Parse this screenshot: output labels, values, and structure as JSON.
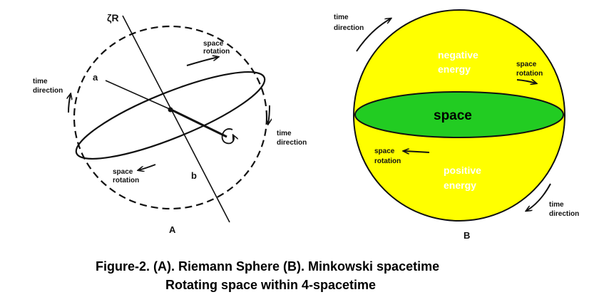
{
  "colors": {
    "sphere_fill": "#ffff00",
    "disk_fill": "#22cc22",
    "ink": "#111111",
    "energy_text": "#ffffff"
  },
  "panel_a": {
    "axis_label": "ζR",
    "point_a": "a",
    "point_b": "b",
    "space_rotation_top": [
      "space",
      "rotation"
    ],
    "space_rotation_bottom": [
      "space",
      "rotation"
    ],
    "time_direction_left": [
      "time",
      "direction"
    ],
    "time_direction_right": [
      "time",
      "direction"
    ],
    "panel_letter": "A"
  },
  "panel_b": {
    "time_direction_top": [
      "time",
      "direction"
    ],
    "time_direction_bottom": [
      "time",
      "direction"
    ],
    "negative_energy": [
      "negative",
      "energy"
    ],
    "positive_energy": [
      "positive",
      "energy"
    ],
    "space_rotation_right": [
      "space",
      "rotation"
    ],
    "space_rotation_left": [
      "space",
      "rotation"
    ],
    "space_label": "space",
    "panel_letter": "B"
  },
  "caption": {
    "line1": "Figure-2. (A). Riemann Sphere   (B). Minkowski spacetime",
    "line2": "Rotating space within 4-spacetime"
  }
}
